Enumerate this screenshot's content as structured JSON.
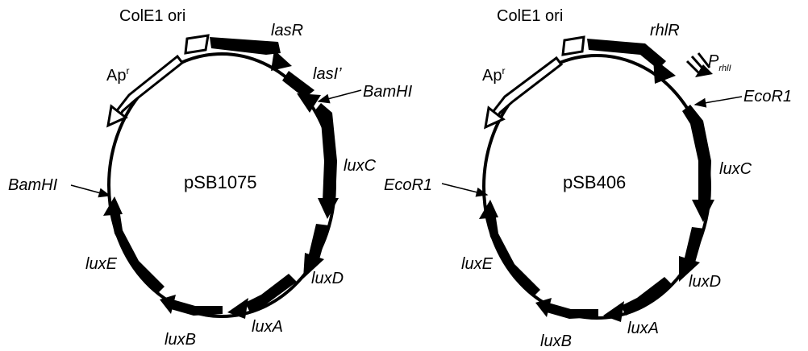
{
  "plasmids": [
    {
      "name": "pSB1075",
      "labels": {
        "ori": "ColE1 ori",
        "ap": "Ap",
        "ap_sup": "r",
        "regulator": "lasR",
        "fragment": "lasI’",
        "site_top": "BamHI",
        "site_left": "BamHI",
        "luxC": "luxC",
        "luxD": "luxD",
        "luxA": "luxA",
        "luxB": "luxB",
        "luxE": "luxE"
      }
    },
    {
      "name": "pSB406",
      "labels": {
        "ori": "ColE1 ori",
        "ap": "Ap",
        "ap_sup": "r",
        "regulator": "rhlR",
        "promoter": "P",
        "promoter_sub": "rhlI",
        "site_top": "EcoR1",
        "site_left": "EcoR1",
        "luxC": "luxC",
        "luxD": "luxD",
        "luxA": "luxA",
        "luxB": "luxB",
        "luxE": "luxE"
      }
    }
  ],
  "colors": {
    "ink": "#000000",
    "background": "#ffffff"
  }
}
